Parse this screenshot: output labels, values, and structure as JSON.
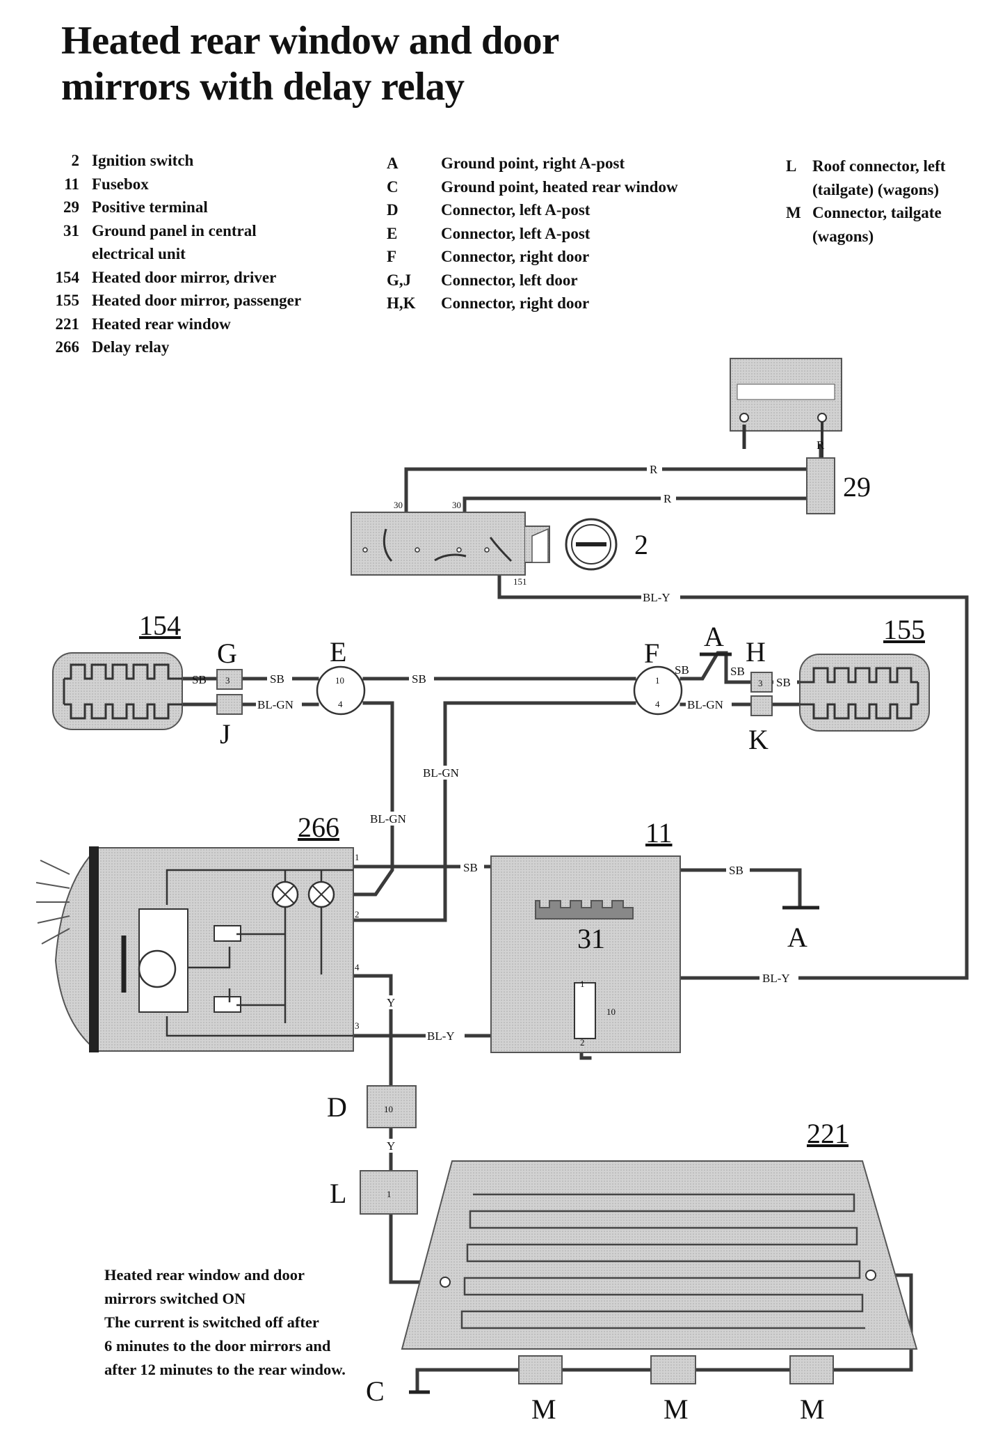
{
  "title": [
    "Heated rear window and door",
    "mirrors with delay relay"
  ],
  "legend": {
    "col1": [
      {
        "code": "2",
        "text": "Ignition switch"
      },
      {
        "code": "11",
        "text": "Fusebox"
      },
      {
        "code": "29",
        "text": "Positive terminal"
      },
      {
        "code": "31",
        "text": "Ground panel in central"
      },
      {
        "code": "",
        "text": "electrical unit"
      },
      {
        "code": "154",
        "text": "Heated door mirror, driver"
      },
      {
        "code": "155",
        "text": "Heated door mirror, passenger"
      },
      {
        "code": "221",
        "text": "Heated rear window"
      },
      {
        "code": "266",
        "text": "Delay relay"
      }
    ],
    "col2": [
      {
        "code": "A",
        "text": "Ground point, right A-post"
      },
      {
        "code": "C",
        "text": "Ground point, heated rear window"
      },
      {
        "code": "D",
        "text": "Connector, left A-post"
      },
      {
        "code": "E",
        "text": "Connector, left A-post"
      },
      {
        "code": "F",
        "text": "Connector, right door"
      },
      {
        "code": "G,J",
        "text": "Connector, left door"
      },
      {
        "code": "H,K",
        "text": "Connector, right door"
      }
    ],
    "col3": [
      {
        "code": "L",
        "text": "Roof connector, left"
      },
      {
        "code": "",
        "text": "(tailgate) (wagons)"
      },
      {
        "code": "M",
        "text": "Connector, tailgate"
      },
      {
        "code": "",
        "text": "(wagons)"
      }
    ]
  },
  "note": [
    "Heated rear window and door",
    "mirrors switched ON",
    "The current is switched off after",
    "6 minutes to the door mirrors and",
    "after 12 minutes to the rear window."
  ],
  "components": {
    "c29": "29",
    "c2": "2",
    "c154": "154",
    "c155": "155",
    "c266": "266",
    "c11": "11",
    "c31": "31",
    "c221": "221"
  },
  "connectors": {
    "A": "A",
    "A2": "A",
    "C": "C",
    "D": "D",
    "E": "E",
    "F": "F",
    "G": "G",
    "H": "H",
    "J": "J",
    "K": "K",
    "L": "L",
    "M": "M"
  },
  "wires": {
    "R": "R",
    "BL_Y": "BL-Y",
    "SB": "SB",
    "BL_GN": "BL-GN",
    "Y": "Y"
  },
  "pins": {
    "p30": "30",
    "p151": "151",
    "p1": "1",
    "p2": "2",
    "p3": "3",
    "p4": "4",
    "p10": "10"
  },
  "colors": {
    "fill": "#cfcfcf",
    "wire": "#3a3a3a"
  }
}
